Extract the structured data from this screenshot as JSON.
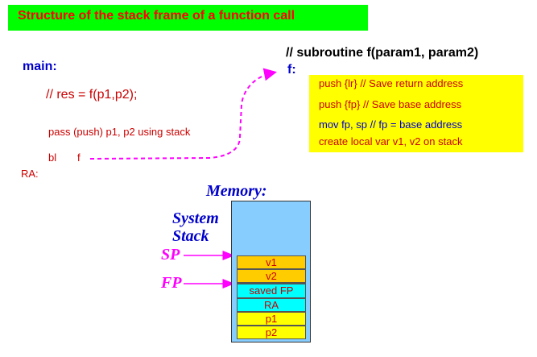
{
  "title": "Structure of the stack frame of a function call",
  "main_code": {
    "label": "main:",
    "comment": "// res = f(p1,p2);",
    "pass_line": "pass (push) p1, p2 using stack",
    "bl": "bl",
    "bl_target": "f",
    "ra_label": "RA:"
  },
  "subroutine": {
    "comment": "// subroutine f(param1, param2)",
    "label": "f:",
    "lines": [
      "push  {lr} // Save return address",
      "push  {fp} // Save base address",
      "mov fp, sp // fp = base address",
      "create local var v1, v2 on stack"
    ]
  },
  "memory": {
    "label": "Memory:",
    "system_stack_line1": "System",
    "system_stack_line2": "Stack",
    "sp_label": "SP",
    "fp_label": "FP",
    "cells": [
      {
        "text": "v1",
        "color": "#ffcc00"
      },
      {
        "text": "v2",
        "color": "#ffcc00"
      },
      {
        "text": "saved FP",
        "color": "#00ffff"
      },
      {
        "text": "RA",
        "color": "#00ffff"
      },
      {
        "text": "p1",
        "color": "#ffff00"
      },
      {
        "text": "p2",
        "color": "#ffff00"
      }
    ]
  },
  "colors": {
    "title_bg": "#00ff00",
    "memory_bg": "#87ceff",
    "arrow_magenta": "#ff00ff",
    "code_red": "#cc0000",
    "code_blue": "#0000cc"
  }
}
